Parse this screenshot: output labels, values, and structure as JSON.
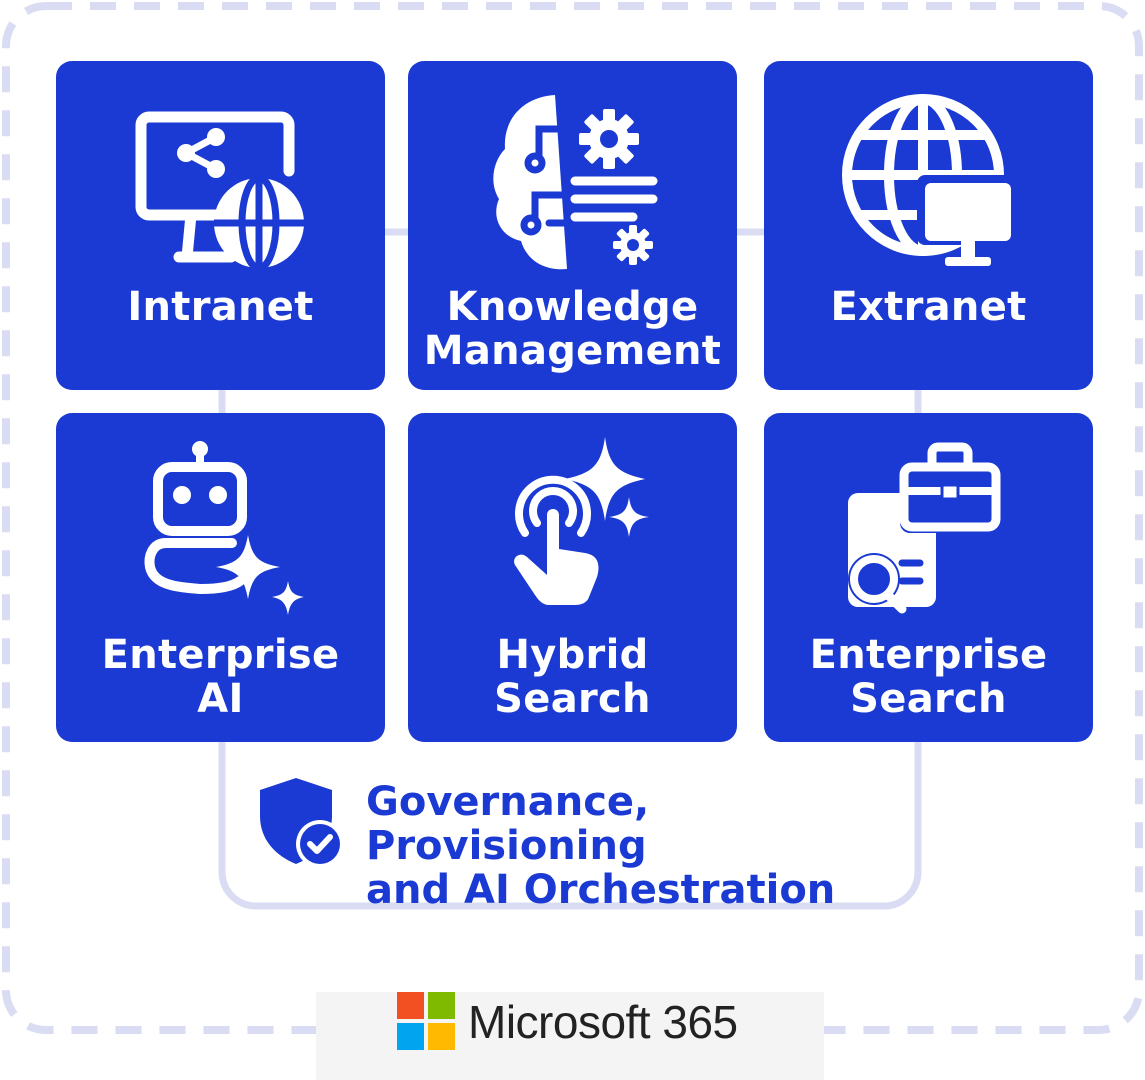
{
  "colors": {
    "tile": "#1a3ad3",
    "frame_dash": "#dadcf4",
    "connector": "#dadcf4",
    "label_blue": "#1a3ad3",
    "ms_red": "#f25022",
    "ms_green": "#7fba00",
    "ms_blue": "#00a4ef",
    "ms_yellow": "#ffb900"
  },
  "tiles": [
    {
      "id": "intranet",
      "label_lines": [
        "Intranet"
      ],
      "icon": "monitor-share-globe-icon"
    },
    {
      "id": "knowledge",
      "label_lines": [
        "Knowledge",
        "Management"
      ],
      "icon": "brain-gears-icon"
    },
    {
      "id": "extranet",
      "label_lines": [
        "Extranet"
      ],
      "icon": "globe-monitor-icon"
    },
    {
      "id": "enterprise-ai",
      "label_lines": [
        "Enterprise",
        "AI"
      ],
      "icon": "robot-sparkle-icon"
    },
    {
      "id": "hybrid-search",
      "label_lines": [
        "Hybrid",
        "Search"
      ],
      "icon": "tap-sparkle-icon"
    },
    {
      "id": "enterprise-search",
      "label_lines": [
        "Enterprise",
        "Search"
      ],
      "icon": "briefcase-doc-search-icon"
    }
  ],
  "governance": {
    "line1": "Governance, Provisioning",
    "line2": "and AI Orchestration",
    "icon": "shield-check-icon"
  },
  "footer": {
    "brand": "Microsoft 365",
    "logo": "microsoft-logo"
  }
}
